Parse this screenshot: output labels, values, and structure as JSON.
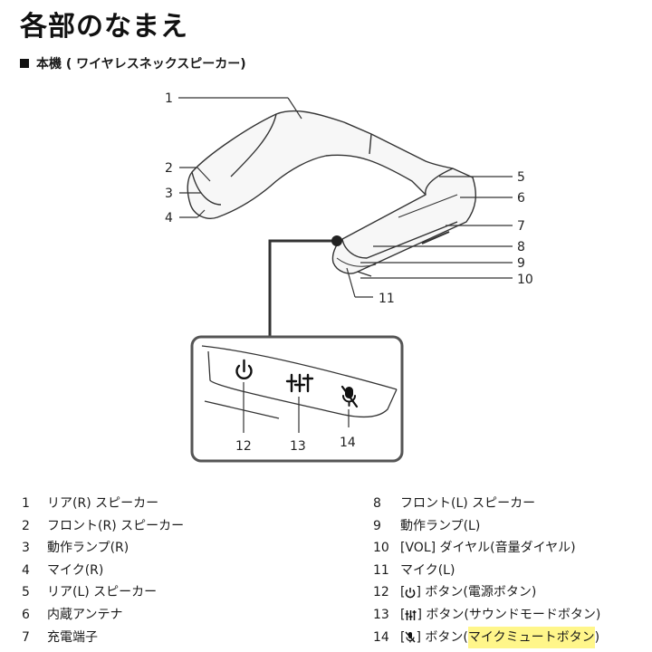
{
  "page_title": "各部のなまえ",
  "section_title": "本機 ( ワイヤレスネックスピーカー)",
  "callouts": [
    "1",
    "2",
    "3",
    "4",
    "5",
    "6",
    "7",
    "8",
    "9",
    "10",
    "11"
  ],
  "zoom_callouts": [
    "12",
    "13",
    "14"
  ],
  "parts_left": [
    {
      "num": "1",
      "label": "リア(R) スピーカー"
    },
    {
      "num": "2",
      "label": "フロント(R) スピーカー"
    },
    {
      "num": "3",
      "label": "動作ランプ(R)"
    },
    {
      "num": "4",
      "label": "マイク(R)"
    },
    {
      "num": "5",
      "label": "リア(L) スピーカー"
    },
    {
      "num": "6",
      "label": "内蔵アンテナ"
    },
    {
      "num": "7",
      "label": "充電端子"
    }
  ],
  "parts_right": [
    {
      "num": "8",
      "label": "フロント(L) スピーカー"
    },
    {
      "num": "9",
      "label": "動作ランプ(L)"
    },
    {
      "num": "10",
      "label": "[VOL] ダイヤル(音量ダイヤル)"
    },
    {
      "num": "11",
      "label": "マイク(L)"
    }
  ],
  "buttons": [
    {
      "num": "12",
      "pre": "[",
      "icon": "power-icon",
      "post": "] ボタン(",
      "name": "電源ボタン",
      "end": ")",
      "highlight": false
    },
    {
      "num": "13",
      "pre": "[",
      "icon": "sound-mode-icon",
      "post": "] ボタン(",
      "name": "サウンドモードボタン",
      "end": ")",
      "highlight": false
    },
    {
      "num": "14",
      "pre": "[",
      "icon": "mic-mute-icon",
      "post": "] ボタン(",
      "name": "マイクミュートボタン",
      "end": ")",
      "highlight": true
    }
  ],
  "colors": {
    "highlight": "#fff68a",
    "line": "#333333",
    "zoom_border": "#555555"
  }
}
